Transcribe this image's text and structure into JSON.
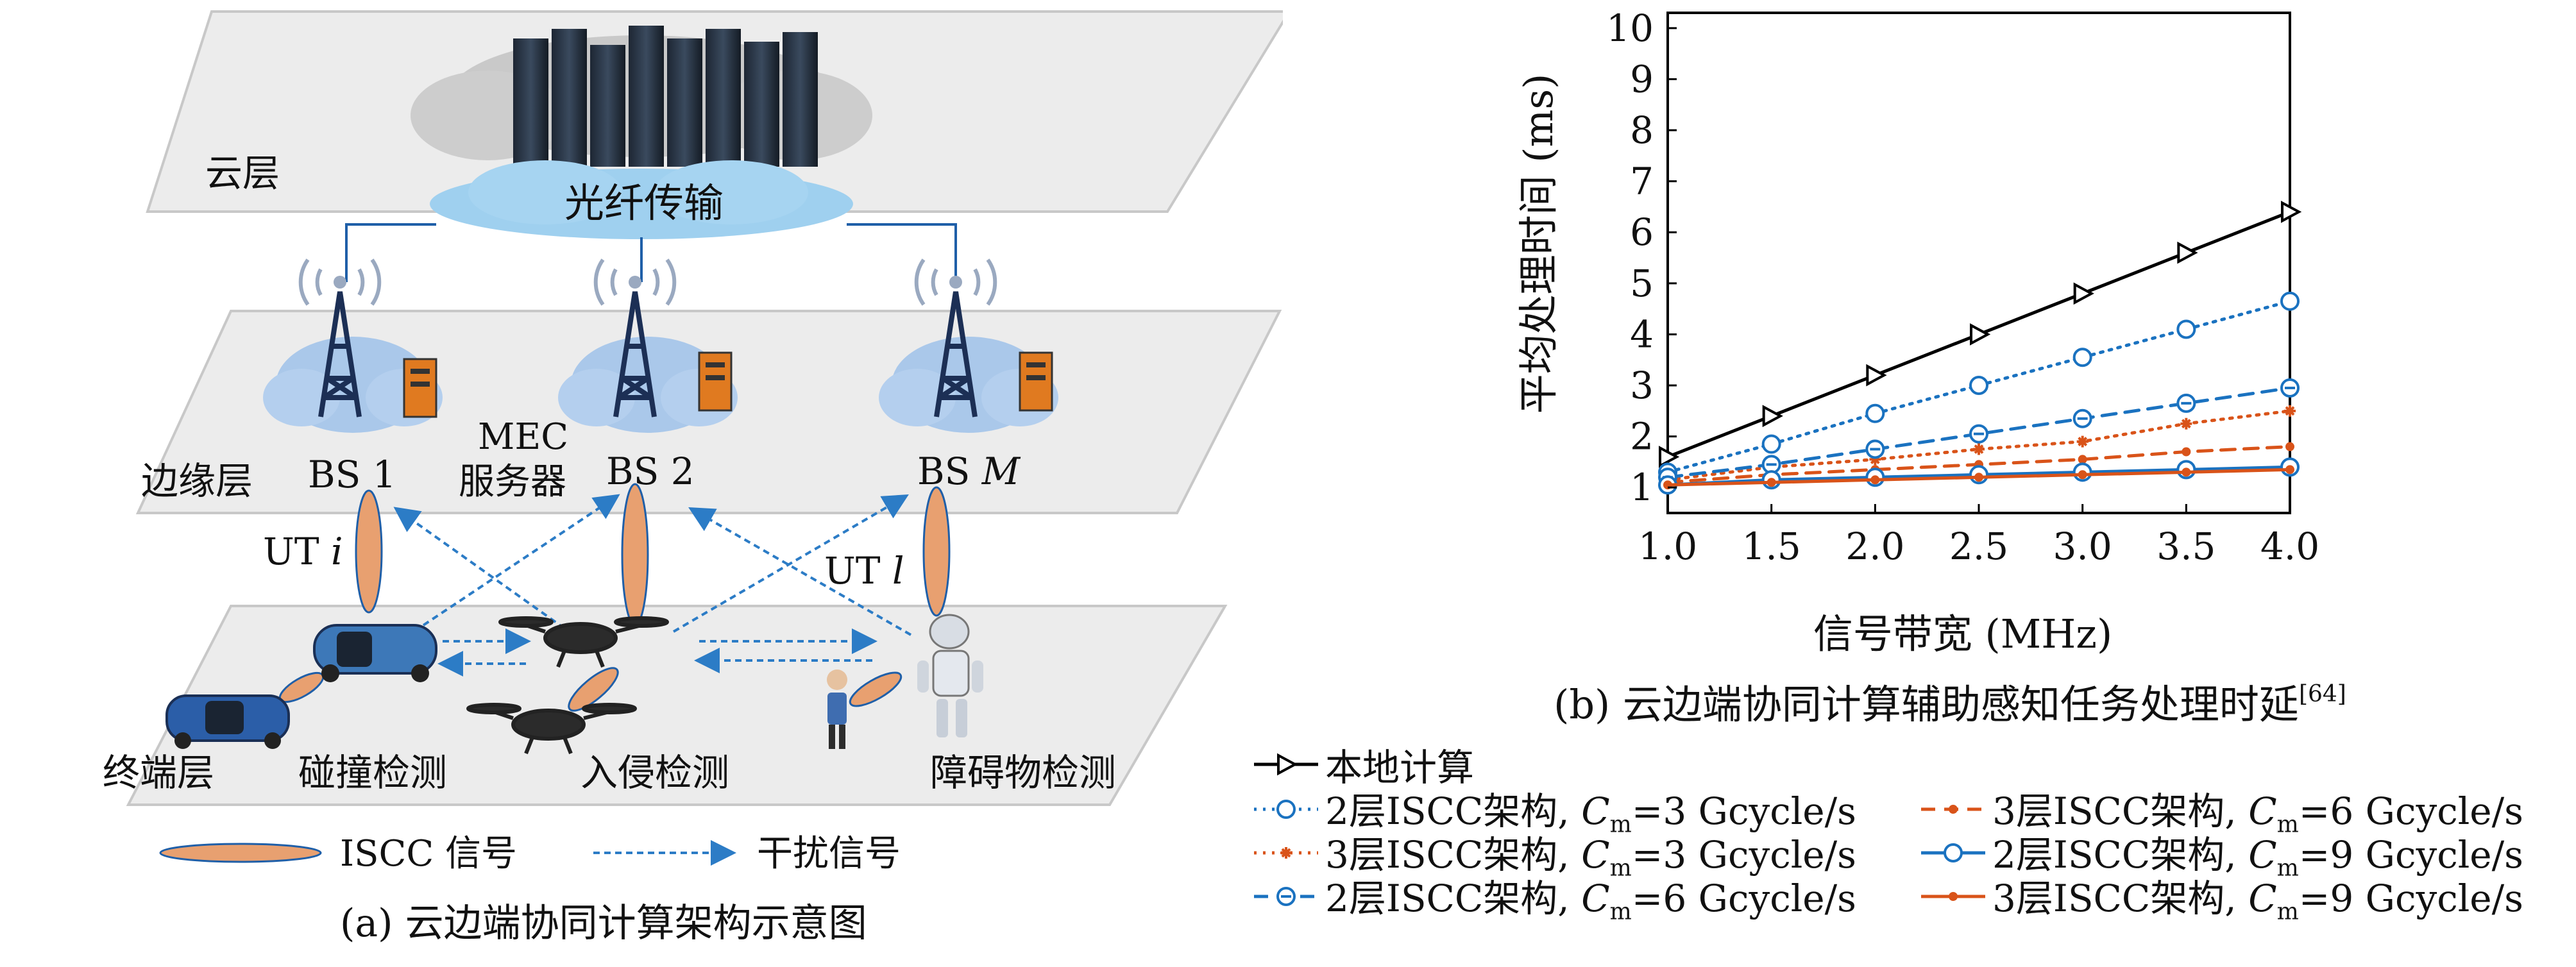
{
  "diagram": {
    "layers": {
      "cloud": "云层",
      "edge": "边缘层",
      "terminal": "终端层"
    },
    "fiber_label": "光纤传输",
    "base_stations": [
      {
        "label": "BS 1",
        "italic": ""
      },
      {
        "label": "BS 2",
        "italic": ""
      },
      {
        "label": "BS ",
        "italic": "M"
      }
    ],
    "mec_server": {
      "line1": "MEC",
      "line2": "服务器"
    },
    "user_terminals": [
      {
        "label": "UT ",
        "italic": "i"
      },
      {
        "label": "UT ",
        "italic": "l"
      }
    ],
    "tasks": [
      "碰撞检测",
      "入侵检测",
      "障碍物检测"
    ],
    "legend": {
      "iscc_signal": "ISCC 信号",
      "interference": "干扰信号"
    },
    "caption": "(a) 云边端协同计算架构示意图",
    "colors": {
      "link_blue": "#1f5fa8",
      "signal_orange": "#e8a070",
      "interference_blue": "#2c7cc6",
      "plane_fill": "#ececec"
    }
  },
  "chart_data": {
    "type": "line",
    "title": "",
    "xlabel": "信号带宽 (MHz)",
    "ylabel": "平均处理时间 (ms)",
    "x": [
      1.0,
      1.5,
      2.0,
      2.5,
      3.0,
      3.5,
      4.0
    ],
    "x_tick_labels": [
      "1.0",
      "1.5",
      "2.0",
      "2.5",
      "3.0",
      "3.5",
      "4.0"
    ],
    "y_ticks": [
      1,
      2,
      3,
      4,
      5,
      6,
      7,
      8,
      9,
      10
    ],
    "xlim": [
      1.0,
      4.0
    ],
    "ylim": [
      0.5,
      10.3
    ],
    "grid": false,
    "legend_position": "below",
    "caption": "(b) 云边端协同计算辅助感知任务处理时延",
    "caption_ref": "[64]",
    "series": [
      {
        "name": "本地计算",
        "name_italic": "",
        "name_sub": "",
        "name_tail": "",
        "color": "#000000",
        "dash": "solid",
        "marker": "triangle-right",
        "values": [
          1.6,
          2.4,
          3.2,
          4.0,
          4.8,
          5.6,
          6.4
        ]
      },
      {
        "name": "2层ISCC架构, ",
        "name_italic": "C",
        "name_sub": "m",
        "name_tail": "=3 Gcycle/s",
        "color": "#1a72c0",
        "dash": "dotted",
        "marker": "circle",
        "values": [
          1.3,
          1.85,
          2.45,
          3.0,
          3.55,
          4.1,
          4.65
        ]
      },
      {
        "name": "3层ISCC架构, ",
        "name_italic": "C",
        "name_sub": "m",
        "name_tail": "=3 Gcycle/s",
        "color": "#d95319",
        "dash": "dotted",
        "marker": "star",
        "values": [
          1.15,
          1.4,
          1.55,
          1.75,
          1.9,
          2.25,
          2.5
        ]
      },
      {
        "name": "2层ISCC架构, ",
        "name_italic": "C",
        "name_sub": "m",
        "name_tail": "=6 Gcycle/s",
        "color": "#1a72c0",
        "dash": "dashed",
        "marker": "circle-minus",
        "values": [
          1.2,
          1.45,
          1.75,
          2.05,
          2.35,
          2.65,
          2.95
        ]
      },
      {
        "name": "3层ISCC架构, ",
        "name_italic": "C",
        "name_sub": "m",
        "name_tail": "=6 Gcycle/s",
        "color": "#d95319",
        "dash": "dashed",
        "marker": "dot",
        "values": [
          1.1,
          1.25,
          1.35,
          1.45,
          1.55,
          1.7,
          1.8
        ]
      },
      {
        "name": "2层ISCC架构, ",
        "name_italic": "C",
        "name_sub": "m",
        "name_tail": "=9 Gcycle/s",
        "color": "#1a72c0",
        "dash": "solid",
        "marker": "circle",
        "values": [
          1.05,
          1.15,
          1.2,
          1.25,
          1.3,
          1.35,
          1.4
        ]
      },
      {
        "name": "3层ISCC架构, ",
        "name_italic": "C",
        "name_sub": "m",
        "name_tail": "=9 Gcycle/s",
        "color": "#d95319",
        "dash": "solid",
        "marker": "dot",
        "values": [
          1.05,
          1.1,
          1.15,
          1.2,
          1.25,
          1.3,
          1.35
        ]
      }
    ]
  }
}
